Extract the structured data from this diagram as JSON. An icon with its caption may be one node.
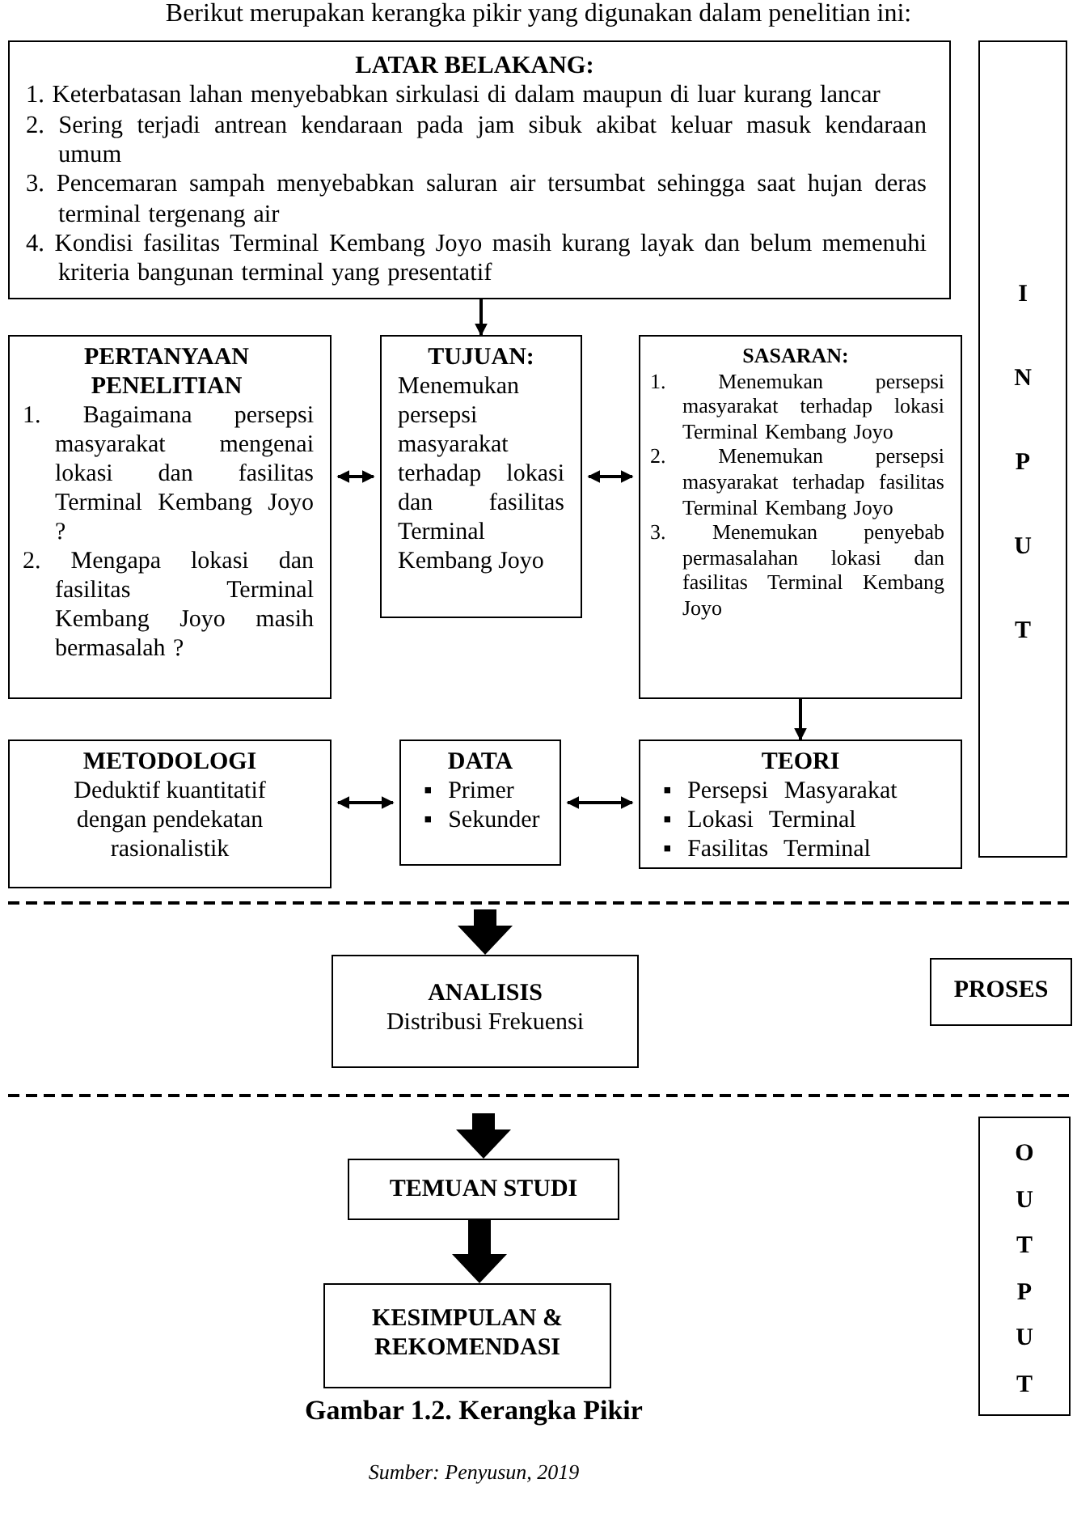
{
  "diagram": {
    "caption": "Gambar 1.2. Kerangka Pikir",
    "nodes": [
      {
        "text": [
          "LATAR BELAKANG:",
          "1. Keterbatasan lahan menyebabkan sirkulasi di dalam maupun di luar kurang lancar",
          "2. Sering terjadi antrean kendaraan pada jam sibuk akibat keluar masuk kendaraan umum",
          "3. Pencemaran sampah menyebabkan saluran air tersumbat sehingga saat hujan deras terminal tergenang air",
          "4. Kondisi fasilitas Terminal Kembang Joyo masih kurang layak dan belum memenuhi kriteria bangunan terminal yang presentatif"
        ]
      },
      {
        "text": [
          "PERTANYAAN PENELITIAN",
          "1. Bagaimana persepsi masyarakat mengenai lokasi dan fasilitas Terminal Kembang Joyo ?",
          "2. Mengapa lokasi dan fasilitas Terminal Kembang Joyo masih bermasalah ?"
        ]
      },
      {
        "text": [
          "TUJUAN:",
          "Menemukan persepsi masyarakat terhadap lokasi dan fasilitas Terminal Kembang Joyo"
        ]
      },
      {
        "text": [
          "SASARAN:",
          "1. Menemukan persepsi masyarakat terhadap lokasi Terminal Kembang Joyo",
          "2. Menemukan persepsi masyarakat terhadap fasilitas Terminal Kembang Joyo",
          "3. Menemukan penyebab permasalahan lokasi dan fasilitas Terminal Kembang Joyo"
        ]
      },
      {
        "text": [
          "METODOLOGI",
          "Deduktif kuantitatif dengan pendekatan rasionalistik"
        ]
      },
      {
        "text": [
          "DATA",
          "▪ Primer",
          "▪ Sekunder"
        ]
      },
      {
        "text": [
          "TEORI",
          "▪ Persepsi Masyarakat",
          "▪ Lokasi Terminal",
          "▪ Fasilitas Terminal"
        ]
      },
      {
        "text": [
          "INPUT"
        ]
      },
      {
        "text": [
          "ANALISIS",
          "Distribusi Frekuensi"
        ]
      },
      {
        "text": [
          "PROSES"
        ]
      },
      {
        "text": [
          "TEMUAN STUDI"
        ]
      },
      {
        "text": [
          "KESIMPULAN & REKOMENDASI"
        ]
      },
      {
        "text": [
          "OUTPUT"
        ]
      }
    ],
    "edges": [
      {
        "from": 0,
        "to": 2,
        "arrow": "to"
      },
      {
        "from": 1,
        "to": 2,
        "arrow": "both"
      },
      {
        "from": 2,
        "to": 3,
        "arrow": "both"
      },
      {
        "from": 3,
        "to": 6,
        "arrow": "to"
      },
      {
        "from": 4,
        "to": 5,
        "arrow": "both"
      },
      {
        "from": 5,
        "to": 6,
        "arrow": "both"
      },
      {
        "from": null,
        "to": 8,
        "arrow": "to",
        "style": "thick"
      },
      {
        "from": null,
        "to": 10,
        "arrow": "to",
        "style": "thick"
      },
      {
        "from": 10,
        "to": 11,
        "arrow": "to",
        "style": "thick"
      }
    ],
    "labels": [
      "Berikut merupakan kerangka pikir yang digunakan dalam penelitian ini:",
      "Sumber: Penyusun, 2019"
    ]
  }
}
